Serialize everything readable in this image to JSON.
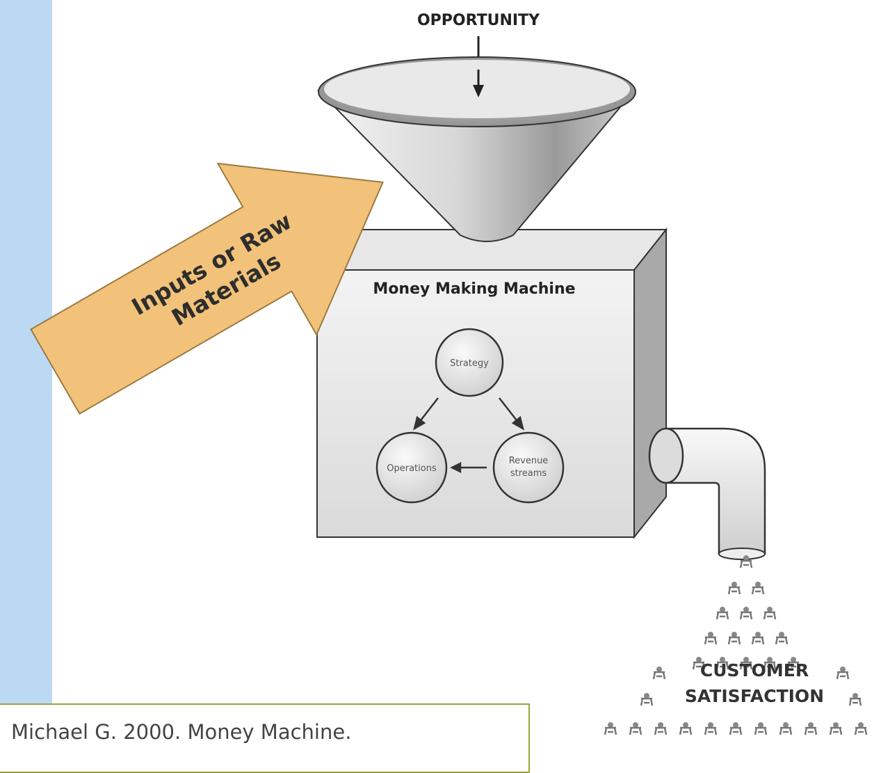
{
  "diagram": {
    "opportunity_label": "OPPORTUNITY",
    "inputs_label_line1": "Inputs or Raw",
    "inputs_label_line2": "Materials",
    "machine_label": "Money Making Machine",
    "node_strategy": "Strategy",
    "node_operations": "Operations",
    "node_revenue_line1": "Revenue",
    "node_revenue_line2": "streams",
    "customer_line1": "CUSTOMER",
    "customer_line2": "SATISFACTION"
  },
  "citation": {
    "text": "Michael G. 2000.  Money Machine."
  },
  "colors": {
    "sidebar": "#bcd9f4",
    "arrow_fill": "#f2c27a",
    "arrow_stroke": "#9a7a40",
    "citation_border": "#9aa23a"
  }
}
